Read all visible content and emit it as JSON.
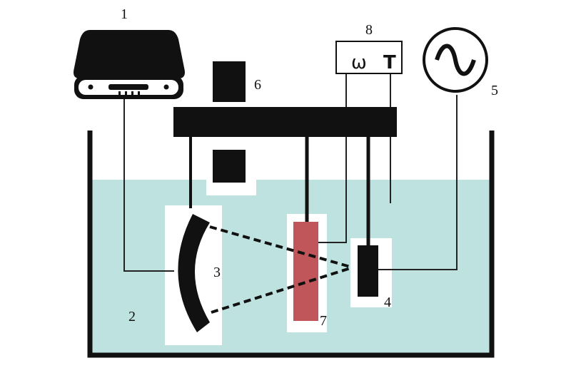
{
  "labels": {
    "l1": "1",
    "l2": "2",
    "l3": "3",
    "l4": "4",
    "l5": "5",
    "l6": "6",
    "l7": "7",
    "l8": "8"
  },
  "meter_symbols": {
    "omega": "ω",
    "temp": "T"
  },
  "colors": {
    "water": "#bde2df",
    "ink": "#111111",
    "sample": "#c0555a",
    "highlight": "#ffffff"
  }
}
